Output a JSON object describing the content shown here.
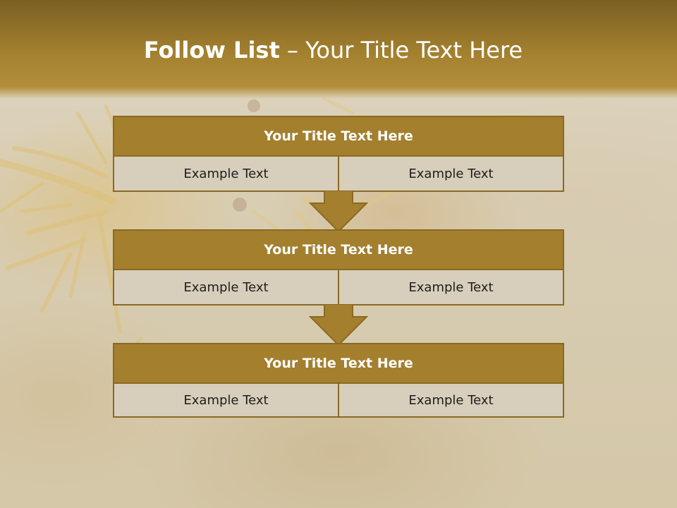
{
  "title": {
    "bold": "Follow List",
    "rest": "– Your Title Text Here"
  },
  "steps": [
    {
      "header": "Your Title Text Here",
      "left": "Example Text",
      "right": "Example Text"
    },
    {
      "header": "Your Title Text Here",
      "left": "Example Text",
      "right": "Example Text"
    },
    {
      "header": "Your Title Text Here",
      "left": "Example Text",
      "right": "Example Text"
    }
  ],
  "colors": {
    "accent": "#a47f2e",
    "border": "#8a6a22",
    "cell": "#d8cebc"
  },
  "icons": {
    "connector": "down-arrow-icon"
  }
}
